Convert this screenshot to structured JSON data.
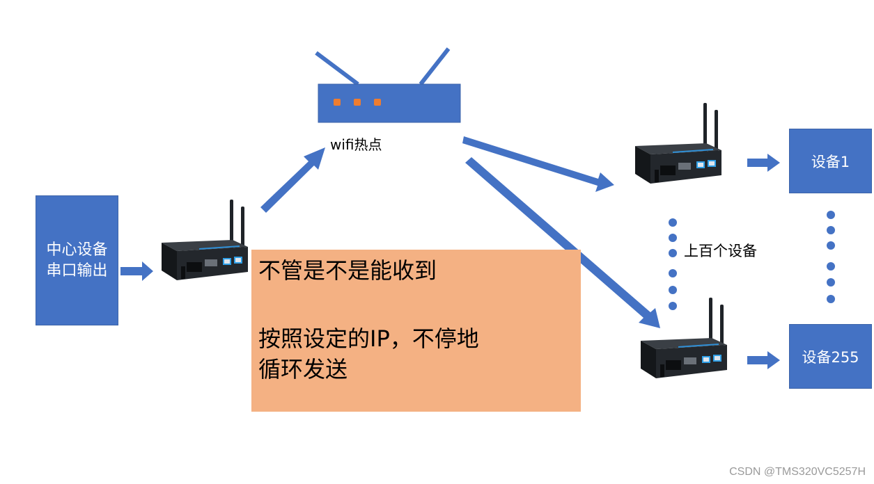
{
  "colors": {
    "box_blue": "#4472c4",
    "arrow_blue": "#4472c4",
    "note_orange": "#f4b183",
    "router_led": "#ed7d31",
    "device_dark": "#1f2328"
  },
  "center": {
    "line1": "中心设备",
    "line2": "串口输出"
  },
  "router_label": "wifi热点",
  "note": {
    "line1": "不管是不是能收到",
    "line2": "按照设定的IP，不停地",
    "line3": "循环发送"
  },
  "hundreds_label": "上百个设备",
  "device1": "设备1",
  "device255": "设备255",
  "watermark": "CSDN @TMS320VC5257H",
  "icons": [
    "wifi-router-icon",
    "wireless-gateway-icon"
  ]
}
